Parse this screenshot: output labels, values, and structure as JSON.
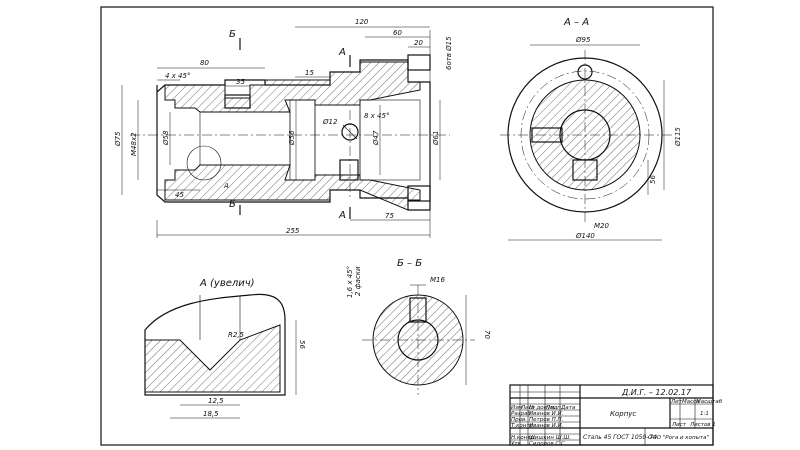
{
  "main_view": {
    "dims": {
      "d120": "120",
      "d60": "60",
      "d20": "20",
      "d80": "80",
      "d35": "35",
      "chamfer4": "4 x 45°",
      "d15": "15",
      "thread_left": "M48x2",
      "d75": "Ø75",
      "d58": "Ø58",
      "d56": "Ø56",
      "d12": "Ø12",
      "d47": "Ø47",
      "chamfer8": "8 x 45°",
      "d61": "Ø61",
      "holes15": "6отв Ø15",
      "d45": "45",
      "d75b": "75",
      "d255": "255"
    },
    "labels": {
      "cut_b_top": "Б",
      "cut_b_bottom": "Б",
      "cut_a_top": "А",
      "cut_a_bottom": "А",
      "detail_a": "А"
    }
  },
  "section_aa": {
    "title": "А – А",
    "dims": {
      "d95": "Ø95",
      "d115": "Ø115",
      "d140": "Ø140",
      "m20": "M20",
      "d56": "56"
    }
  },
  "detail_view": {
    "title": "А (увелич)",
    "dims": {
      "r25": "R2,5",
      "d56": "56",
      "d125": "12,5",
      "d185": "18,5"
    }
  },
  "section_bb": {
    "title": "Б – Б",
    "dims": {
      "m16": "M16",
      "d70": "70",
      "chamfer": "1,6 x 45°",
      "edges": "2 фаски"
    }
  },
  "title_block": {
    "doc_number": "Д.И.Г. – 12.02.17",
    "part_name": "Корпус",
    "material": "Сталь 45 ГОСТ 1050–74",
    "company": "ООО \"Рога и копыта\"",
    "col_lit": "Лит",
    "col_mass": "Масса",
    "col_scale": "Масштаб",
    "scale": "1:1",
    "row_headers": [
      "Изм",
      "Лист",
      "№ докум.",
      "Подп.",
      "Дата"
    ],
    "roles": [
      "Разраб.",
      "Пров.",
      "Т.контр.",
      "Н.контр.",
      "Утв."
    ],
    "names": [
      "Иванов И.И.",
      "Петров П.П.",
      "Иванов И.И.",
      "Шишкин Ш.Ш.",
      "Сидоров С.С."
    ],
    "sheet_label": "Лист",
    "sheets_label": "Листов 1"
  }
}
